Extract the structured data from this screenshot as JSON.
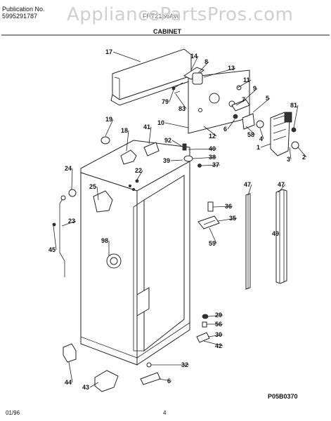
{
  "header": {
    "publication_label": "Publication No.",
    "publication_number": "5995291787",
    "model": "FRT21S6AW",
    "watermark": "AppliancePartsPros.com",
    "section_title": "CABINET"
  },
  "footer": {
    "date": "01/96",
    "page": "4",
    "diagram_code": "P05B0370"
  },
  "parts": [
    {
      "id": "p17",
      "label": "17"
    },
    {
      "id": "p14",
      "label": "14"
    },
    {
      "id": "p8",
      "label": "8"
    },
    {
      "id": "p13",
      "label": "13"
    },
    {
      "id": "p79",
      "label": "79"
    },
    {
      "id": "p83",
      "label": "83"
    },
    {
      "id": "p11",
      "label": "11"
    },
    {
      "id": "p9",
      "label": "9"
    },
    {
      "id": "p7",
      "label": "7"
    },
    {
      "id": "p5",
      "label": "5"
    },
    {
      "id": "p81",
      "label": "81"
    },
    {
      "id": "p19",
      "label": "19"
    },
    {
      "id": "p10",
      "label": "10"
    },
    {
      "id": "p6",
      "label": "6"
    },
    {
      "id": "p58",
      "label": "58"
    },
    {
      "id": "p4",
      "label": "4"
    },
    {
      "id": "p12",
      "label": "12"
    },
    {
      "id": "p18",
      "label": "18"
    },
    {
      "id": "p41",
      "label": "41"
    },
    {
      "id": "p92",
      "label": "92"
    },
    {
      "id": "p40",
      "label": "40"
    },
    {
      "id": "p38",
      "label": "38"
    },
    {
      "id": "p39",
      "label": "39"
    },
    {
      "id": "p37",
      "label": "37"
    },
    {
      "id": "p1",
      "label": "1"
    },
    {
      "id": "p3",
      "label": "3"
    },
    {
      "id": "p2",
      "label": "2"
    },
    {
      "id": "p24",
      "label": "24"
    },
    {
      "id": "p22",
      "label": "22"
    },
    {
      "id": "p25",
      "label": "25"
    },
    {
      "id": "p47a",
      "label": "47"
    },
    {
      "id": "p47b",
      "label": "47"
    },
    {
      "id": "p36",
      "label": "36"
    },
    {
      "id": "p35",
      "label": "35"
    },
    {
      "id": "p23",
      "label": "23"
    },
    {
      "id": "p49",
      "label": "49"
    },
    {
      "id": "p59",
      "label": "59"
    },
    {
      "id": "p45",
      "label": "45"
    },
    {
      "id": "p98",
      "label": "98"
    },
    {
      "id": "p29",
      "label": "29"
    },
    {
      "id": "p56",
      "label": "56"
    },
    {
      "id": "p30",
      "label": "30"
    },
    {
      "id": "p42",
      "label": "42"
    },
    {
      "id": "p32",
      "label": "32"
    },
    {
      "id": "p44",
      "label": "44"
    },
    {
      "id": "p43",
      "label": "43"
    },
    {
      "id": "p6b",
      "label": "6"
    }
  ]
}
